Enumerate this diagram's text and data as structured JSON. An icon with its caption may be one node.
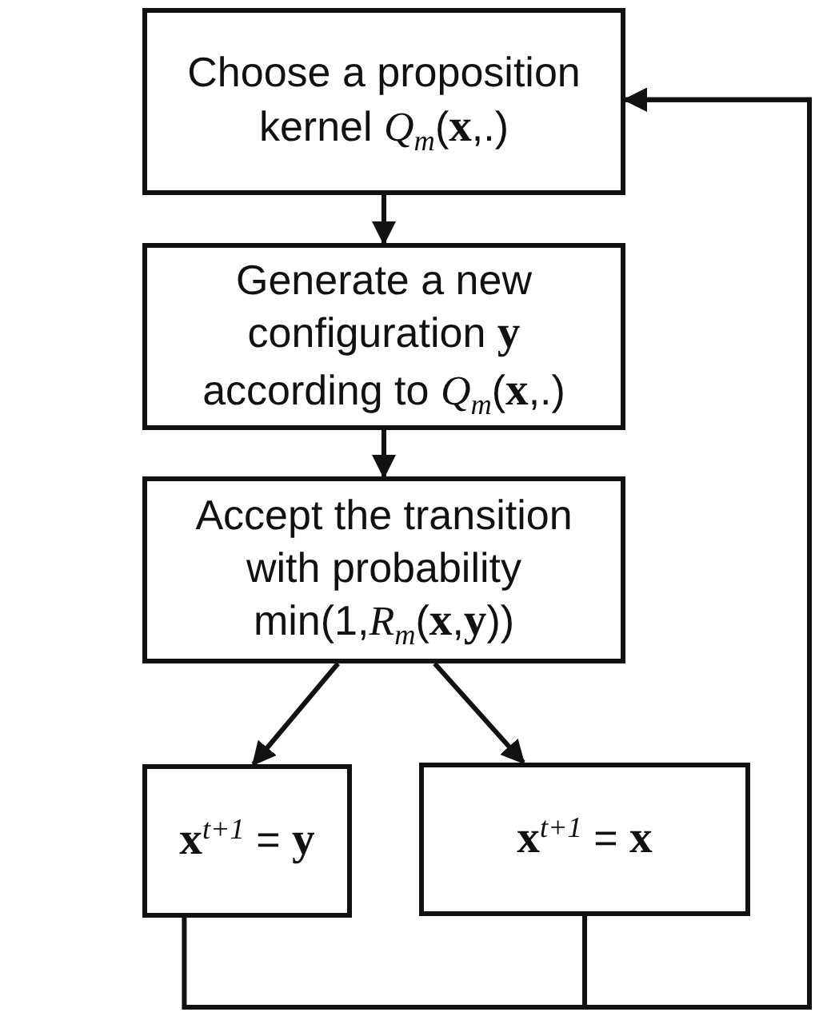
{
  "diagram": {
    "nodes": [
      {
        "text": [
          "Choose a proposition kernel *Q*$_{m}$(**x**,.)"
        ]
      },
      {
        "text": [
          "Generate a new configuration **y** according to *Q*$_{m}$(**x**,.)"
        ]
      },
      {
        "text": [
          "Accept the transition with probability min(1,*R*$_{m}$(**x**,**y**))"
        ]
      },
      {
        "text": [
          "**x**$^{t+1}$ = **y**"
        ]
      },
      {
        "text": [
          "**x**$^{t+1}$ = **x**"
        ]
      }
    ],
    "edges": [
      {
        "from": 0,
        "to": 1,
        "arrow": "to"
      },
      {
        "from": 1,
        "to": 2,
        "arrow": "to"
      },
      {
        "from": 2,
        "to": 3,
        "arrow": "to"
      },
      {
        "from": 2,
        "to": 4,
        "arrow": "to"
      },
      {
        "from": 3,
        "to": 0,
        "arrow": "to"
      },
      {
        "from": 4,
        "to": 0,
        "arrow": "to"
      }
    ]
  }
}
